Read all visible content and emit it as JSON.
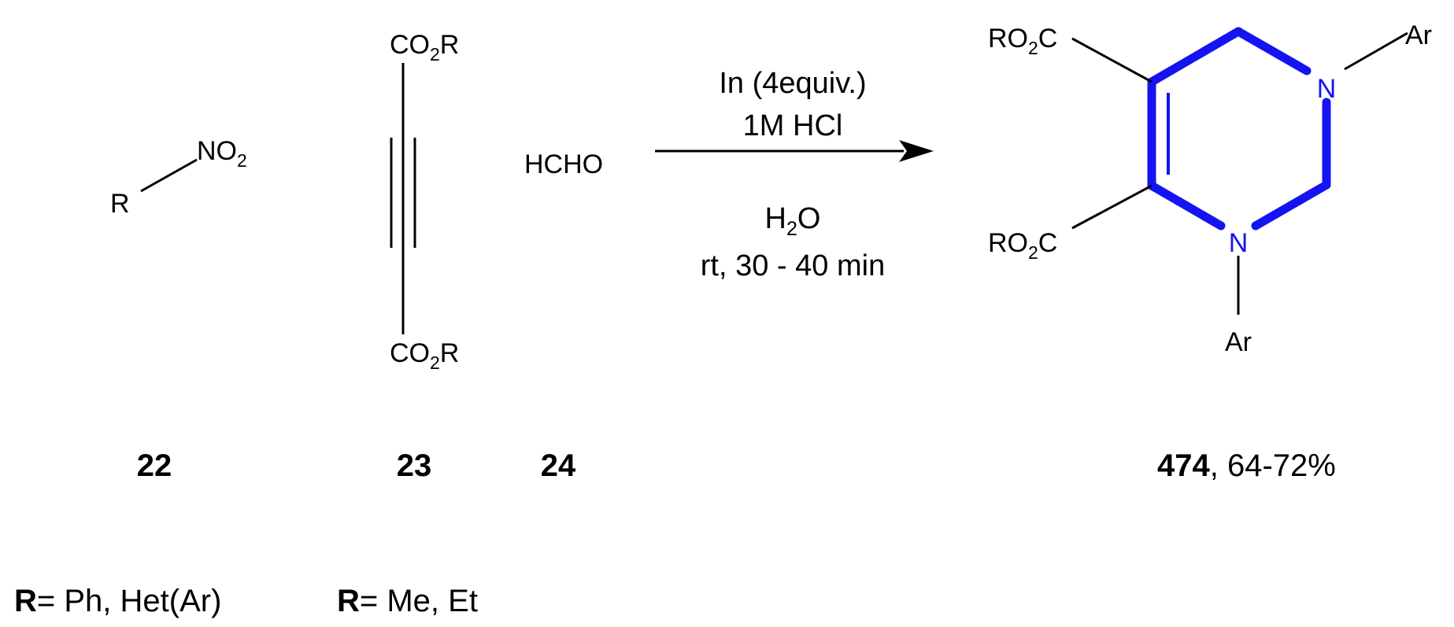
{
  "colors": {
    "ink": "#000000",
    "highlight": "#1414f0",
    "background": "#ffffff"
  },
  "reactant_22": {
    "r": "R",
    "no2_main": "NO",
    "no2_sub": "2",
    "id": "22"
  },
  "reactant_23": {
    "top_co": "CO",
    "top_sub": "2",
    "top_r": "R",
    "bottom_co": "CO",
    "bottom_sub": "2",
    "bottom_r": "R",
    "id": "23"
  },
  "reactant_24": {
    "formula": "HCHO",
    "id": "24"
  },
  "conditions": {
    "reagent": "In (4equiv.)",
    "acid": "1M HCl",
    "solvent_h": "H",
    "solvent_sub": "2",
    "solvent_o": "O",
    "time": "rt, 30 - 40 min"
  },
  "product_474": {
    "ester_top_ro": "RO",
    "ester_top_sub": "2",
    "ester_top_c": "C",
    "ester_bottom_ro": "RO",
    "ester_bottom_sub": "2",
    "ester_bottom_c": "C",
    "n_top": "N",
    "n_bottom": "N",
    "ar_top": "Ar",
    "ar_bottom": "Ar",
    "id": "474",
    "yield": ", 64-72%"
  },
  "footnotes": {
    "left_r": "R",
    "left_text": "= Ph, Het(Ar)",
    "right_r": "R",
    "right_text": "= Me, Et"
  }
}
